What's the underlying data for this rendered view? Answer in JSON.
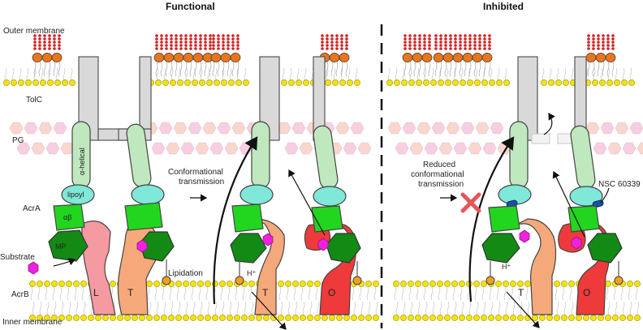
{
  "panels": {
    "functional": "Functional",
    "inhibited": "Inhibited"
  },
  "labels": {
    "outer_membrane": "Outer membrane",
    "tolc": "TolC",
    "pg": "PG",
    "acra": "AcrA",
    "substrate": "Substrate",
    "acrb": "AcrB",
    "inner_membrane": "Inner membrane",
    "alpha_helical": "α-helical",
    "lipoyl": "lipoyl",
    "alpha_beta": "αβ",
    "mp": "MP",
    "lipidation": "Lipidation",
    "conf_transmission_1": "Conformational",
    "conf_transmission_2": "transmission",
    "reduced_1": "Reduced",
    "reduced_2": "conformational",
    "reduced_3": "transmission",
    "nsc": "NSC 60339",
    "proton": "H⁺",
    "state_l": "L",
    "state_t": "T",
    "state_o": "O"
  },
  "colors": {
    "lps_head": "#e7761c",
    "lps_sugar": "#d42020",
    "lipid_head": "#f2e40a",
    "tolc": "#d9d9d9",
    "pg_pink": "#f7cfe0",
    "pg_peach": "#fad7cd",
    "acra_helix": "#bfe8bf",
    "lipoyl": "#7fe8d8",
    "ab_domain": "#22d61f",
    "mp_domain": "#138a14",
    "acrb_L": "#f59aa0",
    "acrb_T": "#f5a97a",
    "acrb_O": "#ee3a3a",
    "substrate": "#ee22dd",
    "inhibitor": "#1f4fa8",
    "cross": "#e5555a"
  }
}
